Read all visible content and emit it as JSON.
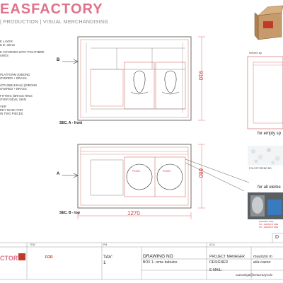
{
  "header": {
    "brand": "EASFACTORY",
    "tagline": "| PRODUCTION | VISUAL MERCHANDISING"
  },
  "notes": [
    "E LAYER",
    "E B. 30mm",
    "",
    "E COVERED WITH POLYFIBRE",
    "URES",
    "",
    "",
    "",
    "PLATFORM (DIBOND",
    "OVERED + BRASS",
    "",
    "40Tx35Bx10mm) (DIBOND",
    "OVERED + BRASS",
    "",
    "FITTING (BRASS RING",
    "OVER DEVIL SKIN",
    "",
    "VER",
    "REY MASK FOR",
    "IN TWO PIECES"
  ],
  "drawing": {
    "front_label": "SEC. A - front",
    "top_label": "SEC. B - top",
    "label_b": "B",
    "label_a": "A",
    "height_front": "910",
    "height_top": "680",
    "width": "1270",
    "pearl_label": "PEARL"
  },
  "right_panel": {
    "reference_label": "refered sp",
    "empty_space": "for empty sp",
    "polystyrene": "POLYSTYRENE BO",
    "all_elements": "for all eleme",
    "protective_1": "protective wrap",
    "protective_2": "NO - REPRINT ARE",
    "protective_3": "NO - REPRINT ARE",
    "corner_letter": "D"
  },
  "title_block": {
    "logo": "CTORY",
    "logo_for": "FOR",
    "tdm": "TDM",
    "pm": "PM",
    "acq": "ACQ",
    "tav_label": "TAV:",
    "tav_value": "1",
    "drawing_no_label": "DRAWING NO",
    "drawing_no_value": "BOX 1- rome babuino",
    "pm_role": "PROJECT MANAGER",
    "designer_role": "DESIGNER",
    "email_label": "E-MAIL:",
    "pm_name": "maurizio m",
    "designer_name": "elia cazzo",
    "email_value": "cazzaniga@newcrazycolo"
  },
  "colors": {
    "brand": "#e0728a",
    "accent_red": "#d43a3a",
    "line": "#4a4a4a",
    "dim_red": "#e06a6a"
  }
}
